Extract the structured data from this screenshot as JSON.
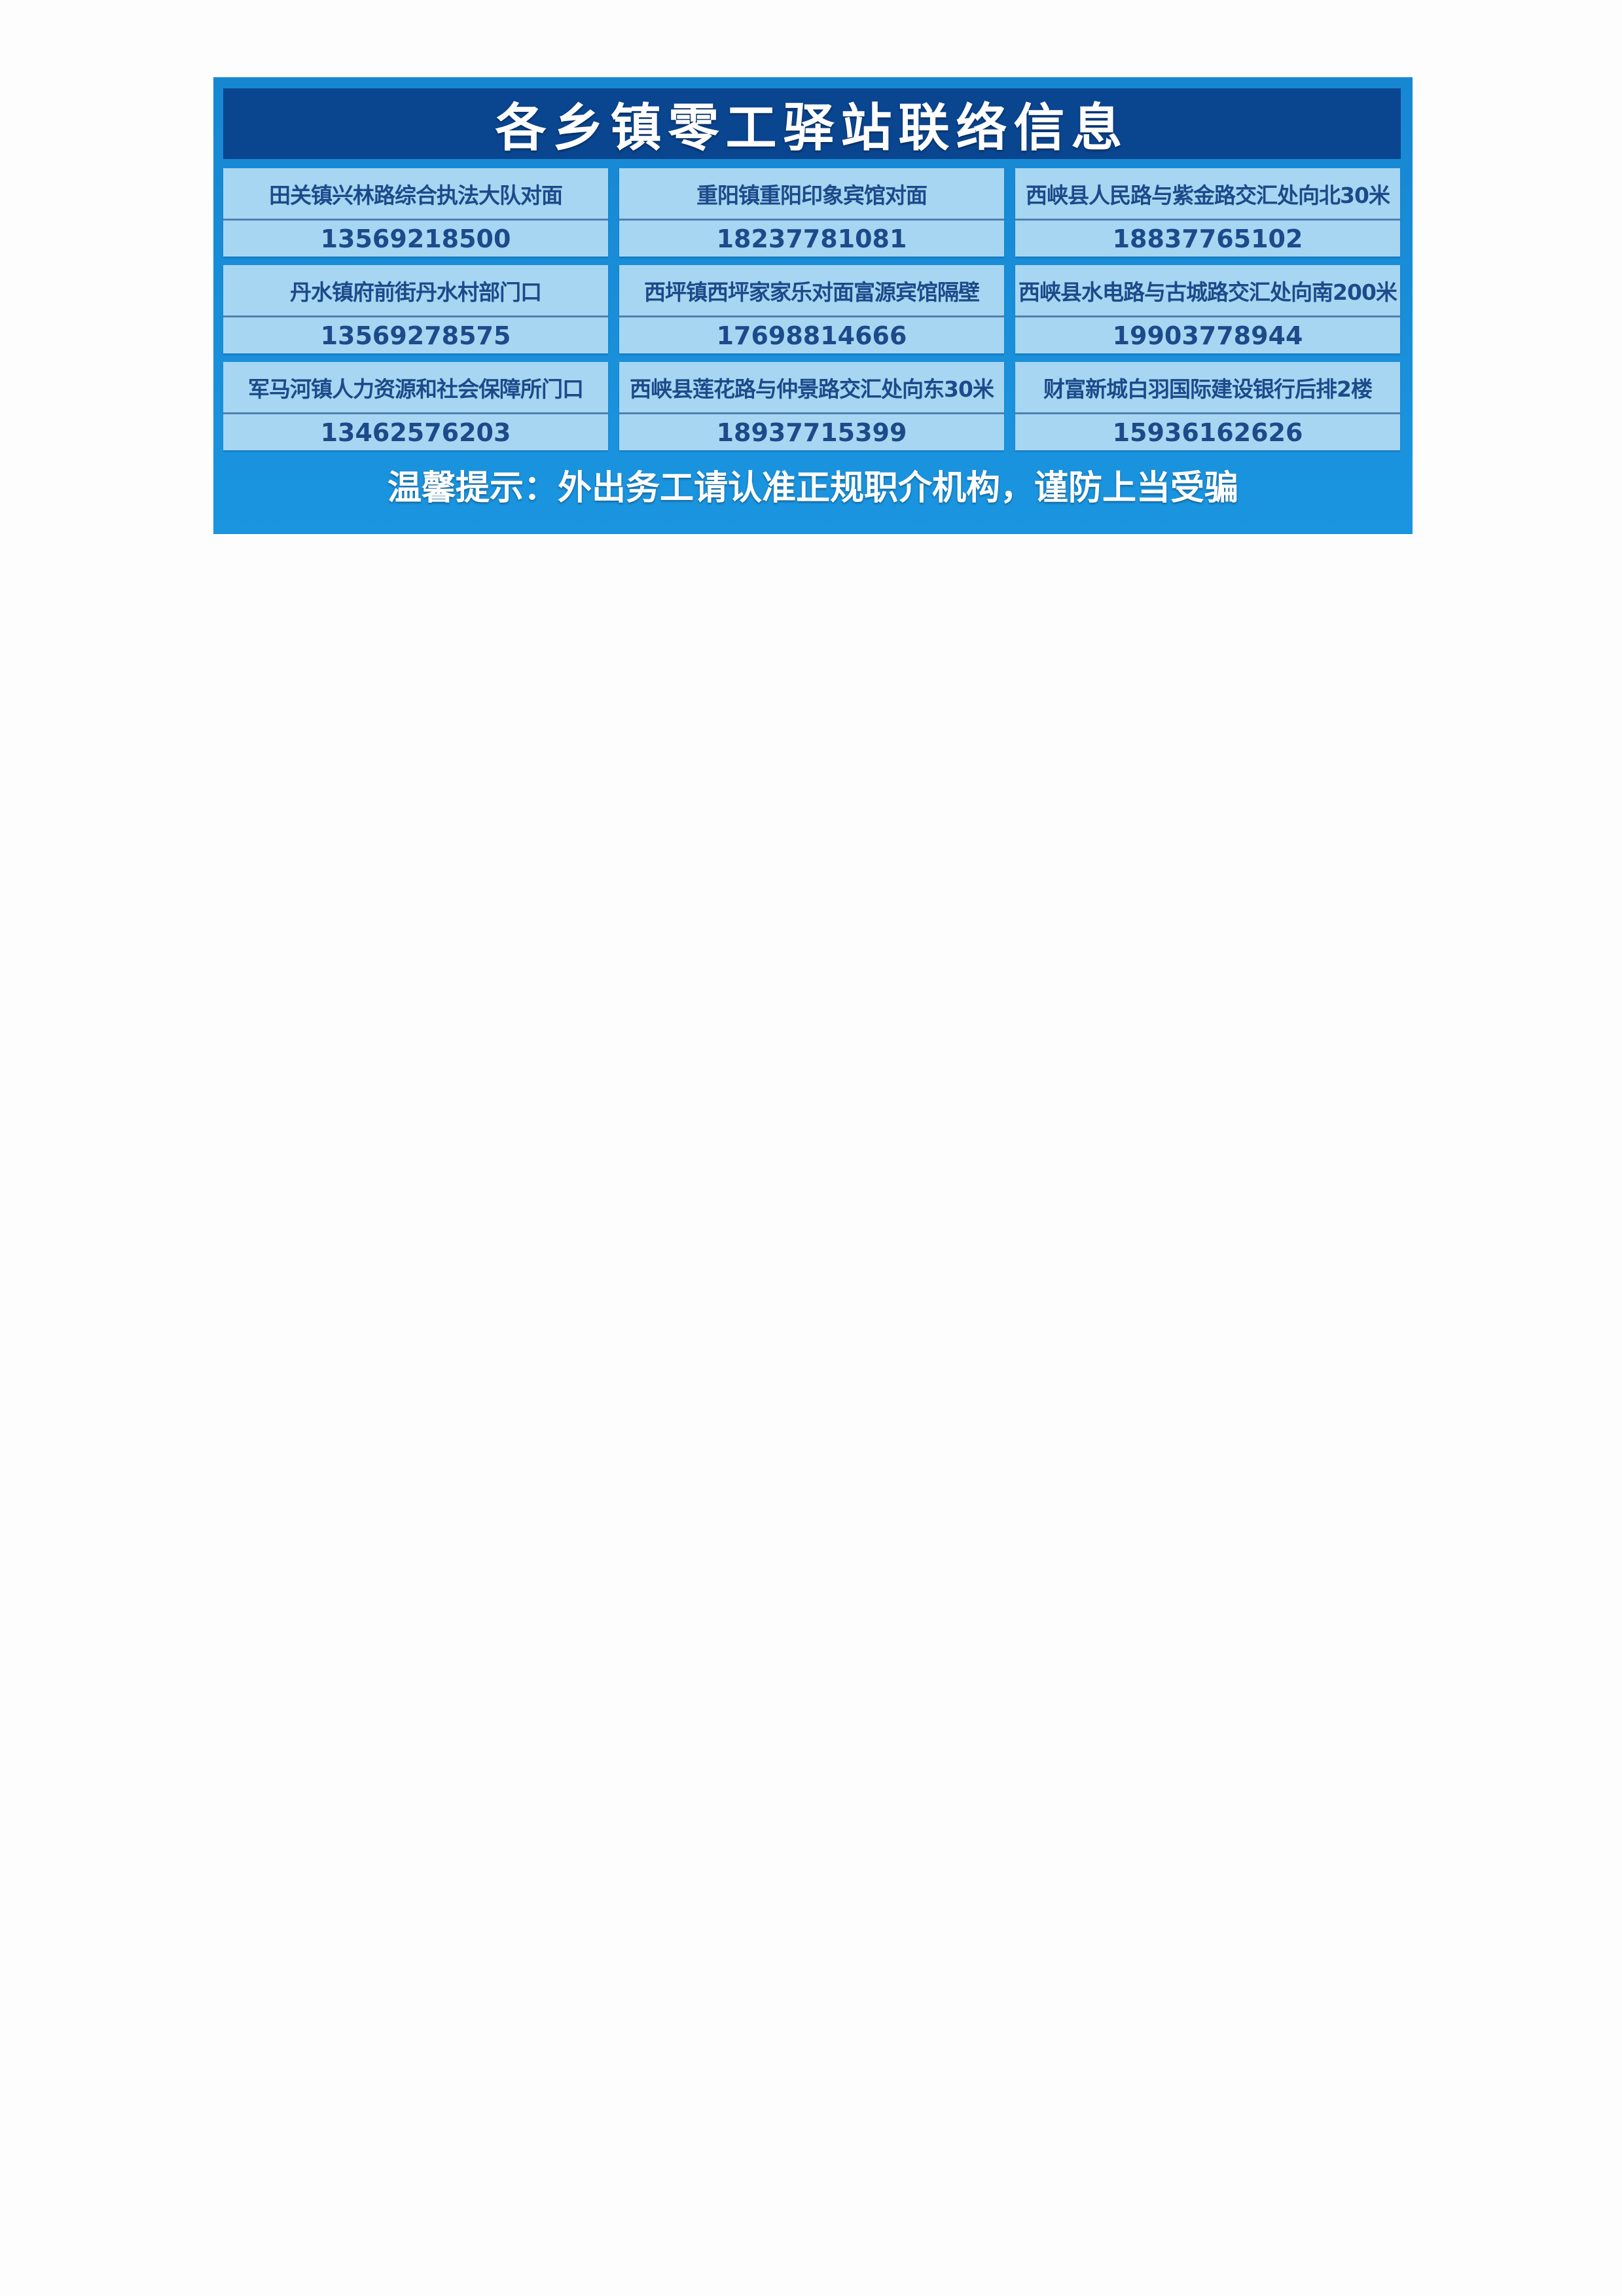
{
  "title": "各乡镇零工驿站联络信息",
  "stations": [
    {
      "address": "田关镇兴林路综合执法大队对面",
      "phone": "13569218500"
    },
    {
      "address": "重阳镇重阳印象宾馆对面",
      "phone": "18237781081"
    },
    {
      "address": "西峡县人民路与紫金路交汇处向北30米",
      "phone": "18837765102"
    },
    {
      "address": "丹水镇府前街丹水村部门口",
      "phone": "13569278575"
    },
    {
      "address": "西坪镇西坪家家乐对面富源宾馆隔壁",
      "phone": "17698814666"
    },
    {
      "address": "西峡县水电路与古城路交汇处向南200米",
      "phone": "19903778944"
    },
    {
      "address": "军马河镇人力资源和社会保障所门口",
      "phone": "13462576203"
    },
    {
      "address": "西峡县莲花路与仲景路交汇处向东30米",
      "phone": "18937715399"
    },
    {
      "address": "财富新城白羽国际建设银行后排2楼",
      "phone": "15936162626"
    }
  ],
  "tip": "温馨提示：外出务工请认准正规职介机构，谨防上当受骗",
  "colors": {
    "banner": "#1b8fd8",
    "header": "#0a4590",
    "cell": "#a7d6f2",
    "text": "#1c4a8a"
  }
}
